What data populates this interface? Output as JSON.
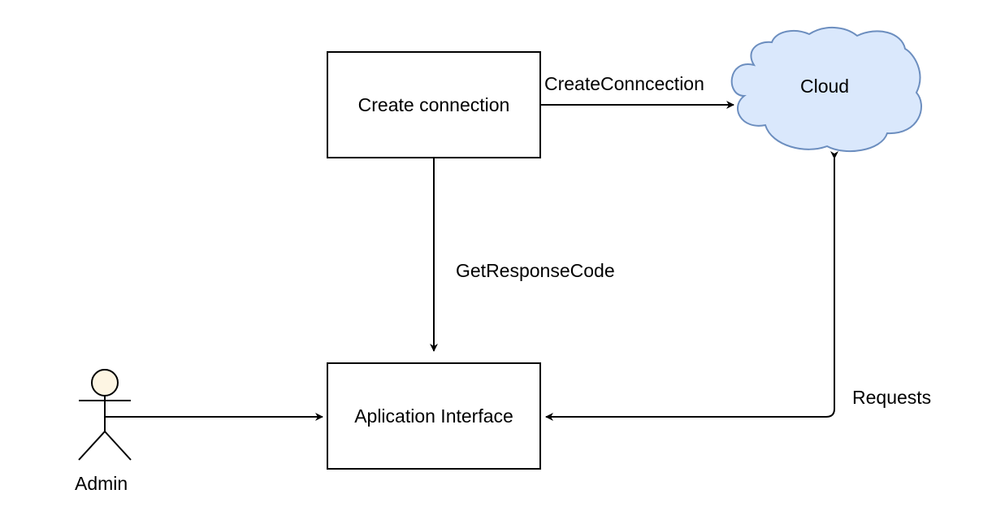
{
  "nodes": {
    "create_connection": "Create connection",
    "application_interface": "Aplication Interface",
    "cloud": "Cloud",
    "actor": "Admin"
  },
  "edges": {
    "create_to_cloud": "CreateConncection",
    "create_to_app": "GetResponseCode",
    "cloud_to_app": "Requests"
  },
  "colors": {
    "cloud_fill": "#dae8fc",
    "cloud_stroke": "#6c8ebf",
    "actor_head_fill": "#fdf5e3",
    "line": "#000000"
  },
  "icons": {
    "actor": "stick-figure-icon",
    "cloud": "cloud-shape-icon"
  }
}
